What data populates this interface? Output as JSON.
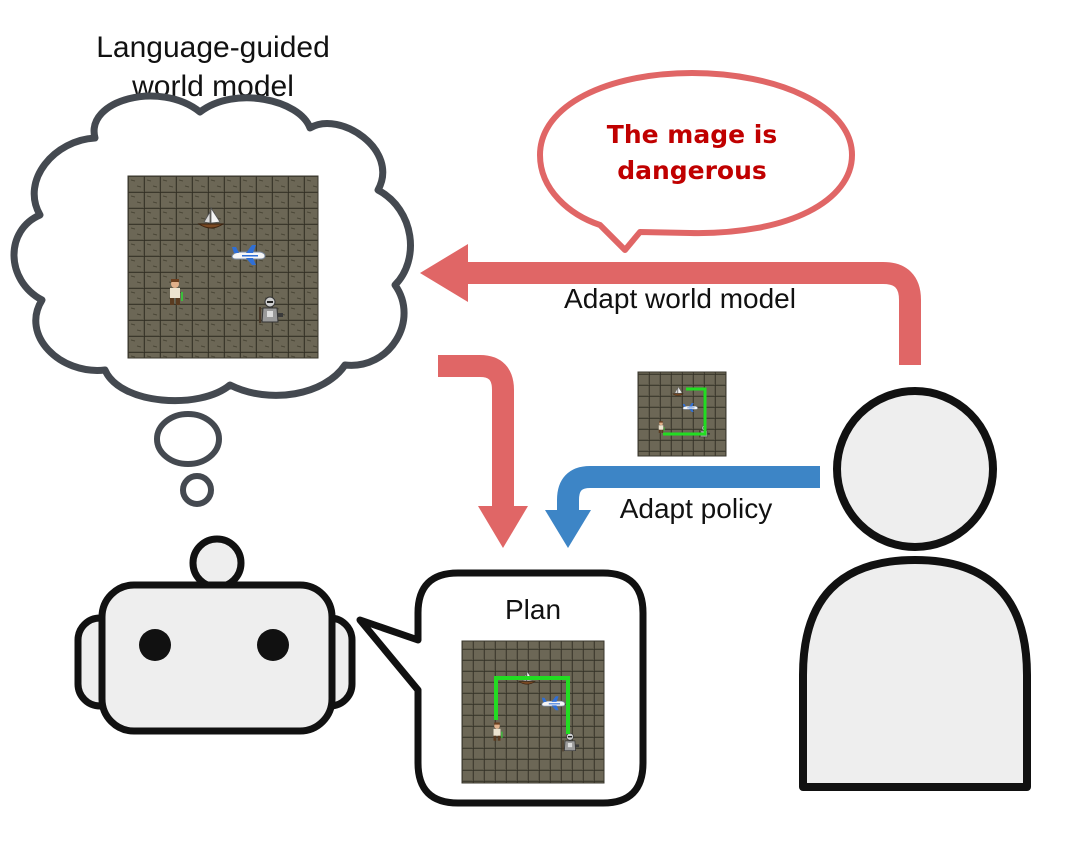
{
  "labels": {
    "world_model_line1": "Language-guided",
    "world_model_line2": "world model",
    "speech_line1": "The mage is",
    "speech_line2": "dangerous",
    "adapt_world_model": "Adapt world model",
    "adapt_policy": "Adapt policy",
    "plan": "Plan"
  },
  "colors": {
    "red_arrow": "#e06666",
    "blue_arrow": "#3d85c6",
    "speech_text": "#c00000",
    "outline": "#111111",
    "figure_fill": "#eeeeee",
    "tile": "#5e5a4a",
    "tile_line": "#2f2c22",
    "path_green": "#22dd22"
  },
  "icons": {
    "boat": "sailboat-icon",
    "plane": "airplane-icon",
    "explorer": "explorer-icon",
    "mage": "mage-icon",
    "robot": "robot-icon",
    "human": "human-icon"
  }
}
